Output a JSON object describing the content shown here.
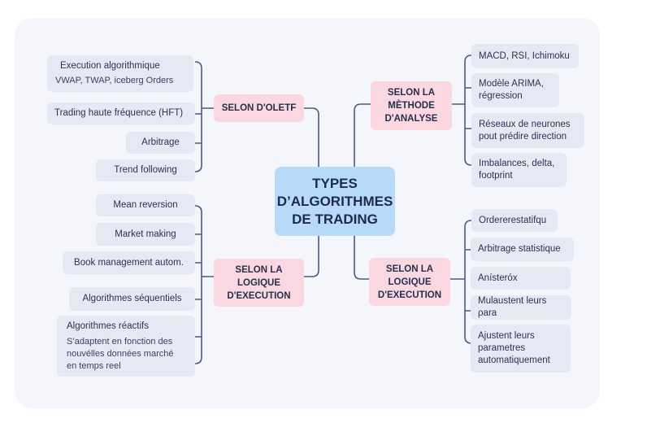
{
  "center": {
    "title": "TYPES D’ALGORITHMES DE TRADING"
  },
  "branches": {
    "oletf": {
      "label": "SELON D'OLETF",
      "leaves": [
        {
          "title": "Execution algorithmique",
          "sub": "VWAP, TWAP, iceberg Orders"
        },
        {
          "title": "Trading haute fréquence (HFT)"
        },
        {
          "title": "Arbitrage"
        },
        {
          "title": "Trend following"
        }
      ]
    },
    "analyse": {
      "label": "SELON LA MÈTHODE D'ANALYSE",
      "leaves": [
        {
          "title": "MACD, RSI, Ichimoku"
        },
        {
          "title": "Modèle ARIMA, régression"
        },
        {
          "title": "Réseaux de neurones pout prédire direction"
        },
        {
          "title": "Imbalances, delta, footprint"
        }
      ]
    },
    "execution_left": {
      "label": "SELON LA LOGIQUE D'EXECUTION",
      "leaves": [
        {
          "title": "Mean reversion"
        },
        {
          "title": "Market making"
        },
        {
          "title": "Book management autom."
        },
        {
          "title": "Algorithmes séquentiels"
        },
        {
          "title": "Algorithmes réactifs",
          "sub": "S’adaptent en fonction des nouvélles données marché en temps reel"
        }
      ]
    },
    "execution_right": {
      "label": "SELON LA LOGIQUE D'EXECUTION",
      "leaves": [
        {
          "title": "Ordererestatifqu"
        },
        {
          "title": "Arbitrage statistique"
        },
        {
          "title": "Anísteróx"
        },
        {
          "title": "Mulaustent leurs ρara"
        },
        {
          "title": "Ajustent leurs parametres automatiquement"
        }
      ]
    }
  },
  "colors": {
    "center": "#b7dafb",
    "branch": "#fbd8e1",
    "leaf": "#e6e9f4",
    "line": "#4a5a85"
  }
}
